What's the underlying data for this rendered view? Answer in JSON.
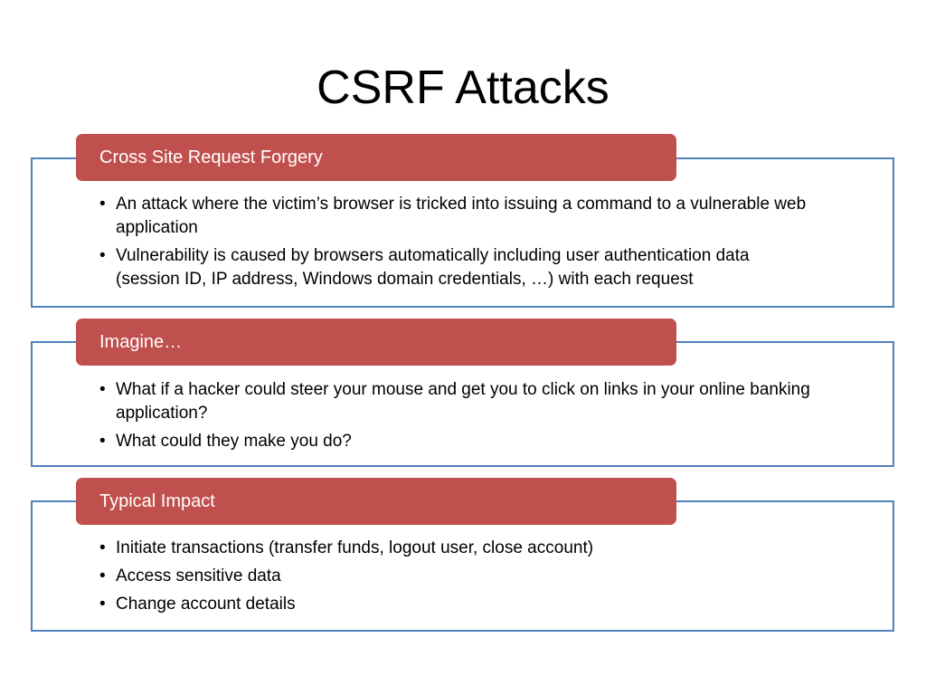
{
  "slide": {
    "title": "CSRF Attacks"
  },
  "sections": [
    {
      "header": "Cross Site Request Forgery",
      "bullets": [
        "An attack where the victim’s browser is tricked into issuing a command to a vulnerable web application",
        "Vulnerability is caused by browsers automatically including user authentication data (session ID, IP address, Windows domain credentials, …) with each request"
      ]
    },
    {
      "header": "Imagine…",
      "bullets": [
        "What if a hacker could steer your mouse and get you to click on links in your online banking application?",
        "What could they make you do?"
      ]
    },
    {
      "header": "Typical Impact",
      "bullets": [
        "Initiate transactions (transfer funds, logout user, close account)",
        "Access sensitive data",
        "Change account details"
      ]
    }
  ],
  "style": {
    "header_color": "#c0504d",
    "border_color": "#4f81bd",
    "bullet_glyph": "•"
  }
}
